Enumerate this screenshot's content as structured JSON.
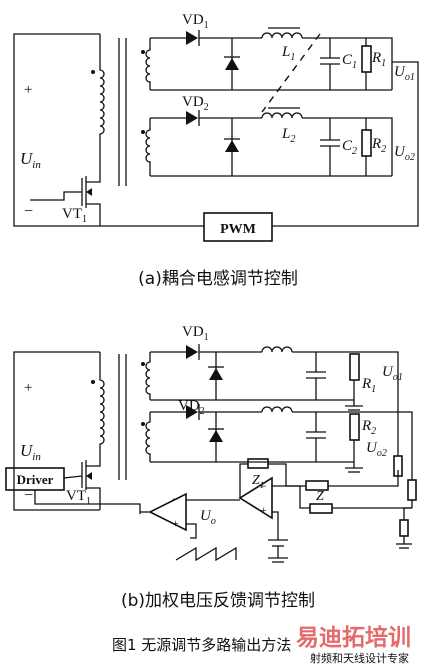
{
  "figure": {
    "caption_a": "(a)耦合电感调节控制",
    "caption_b": "(b)加权电压反馈调节控制",
    "caption": "图1  无源调节多路输出方法"
  },
  "labels": {
    "plus": "+",
    "minus": "−",
    "Uin": "U",
    "Uin_sub": "in",
    "VT1": "VT",
    "VT1_sub": "1",
    "VD1": "VD",
    "VD1_sub": "1",
    "VD2": "VD",
    "VD2_sub": "2",
    "L1": "L",
    "L1_sub": "1",
    "L2": "L",
    "L2_sub": "2",
    "C1": "C",
    "C1_sub": "1",
    "C2": "C",
    "C2_sub": "2",
    "R1": "R",
    "R1_sub": "1",
    "R2": "R",
    "R2_sub": "2",
    "Uo1": "U",
    "Uo1_sub": "o1",
    "Uo2": "U",
    "Uo2_sub": "o2",
    "PWM": "PWM",
    "Driver": "Driver",
    "Z1": "Z",
    "Z1_sub": "1",
    "Z": "Z",
    "Uo": "U",
    "Uo_sub": "o",
    "op_minus": "−",
    "op_plus": "+"
  },
  "watermark": {
    "main": "易迪拓培训",
    "sub": "射频和天线设计专家"
  },
  "colors": {
    "line": "#111111",
    "watermark": "#e05050"
  }
}
